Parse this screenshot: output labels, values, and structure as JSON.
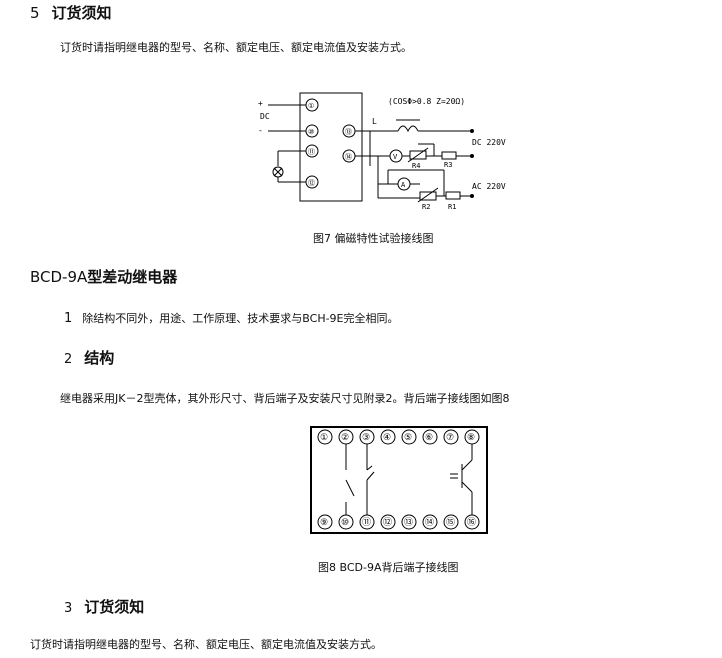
{
  "section5": {
    "number": "5",
    "title": "订货须知"
  },
  "para_order_1": "订货时请指明继电器的型号、名称、额定电压、额定电流值及安装方式。",
  "fig7": {
    "caption": "图7  偏磁特性试验接线图",
    "terminals": [
      "①",
      "⑩",
      "⑪",
      "⑫",
      "⑬",
      "⑭"
    ],
    "labels": {
      "plus": "+",
      "minus": "-",
      "dc": "DC",
      "L": "L",
      "cos": "(COSΦ>0.8 Z=20Ω)",
      "dc220": "DC 220V",
      "ac220": "AC 220V",
      "R4": "R4",
      "R3": "R3",
      "R2": "R2",
      "R1": "R1",
      "V": "V",
      "A": "A"
    }
  },
  "relay_title": {
    "model": "BCD-9A",
    "name": "型差动继电器"
  },
  "item1": {
    "number": "1",
    "text": "除结构不同外，用途、工作原理、技术要求与BCH-9E完全相同。"
  },
  "item2": {
    "number": "2",
    "title": "结构"
  },
  "para_struct": "继电器采用JK－2型壳体，其外形尺寸、背后端子及安装尺寸见附录2。背后端子接线图如图8",
  "fig8": {
    "caption": "图8  BCD-9A背后端子接线图",
    "top_terminals": [
      "①",
      "②",
      "③",
      "④",
      "⑤",
      "⑥",
      "⑦",
      "⑧"
    ],
    "bottom_terminals": [
      "⑨",
      "⑩",
      "⑪",
      "⑫",
      "⑬",
      "⑭",
      "⑮",
      "⑯"
    ]
  },
  "item3": {
    "number": "3",
    "title": "订货须知"
  },
  "para_order_2": "订货时请指明继电器的型号、名称、额定电压、额定电流值及安装方式。"
}
